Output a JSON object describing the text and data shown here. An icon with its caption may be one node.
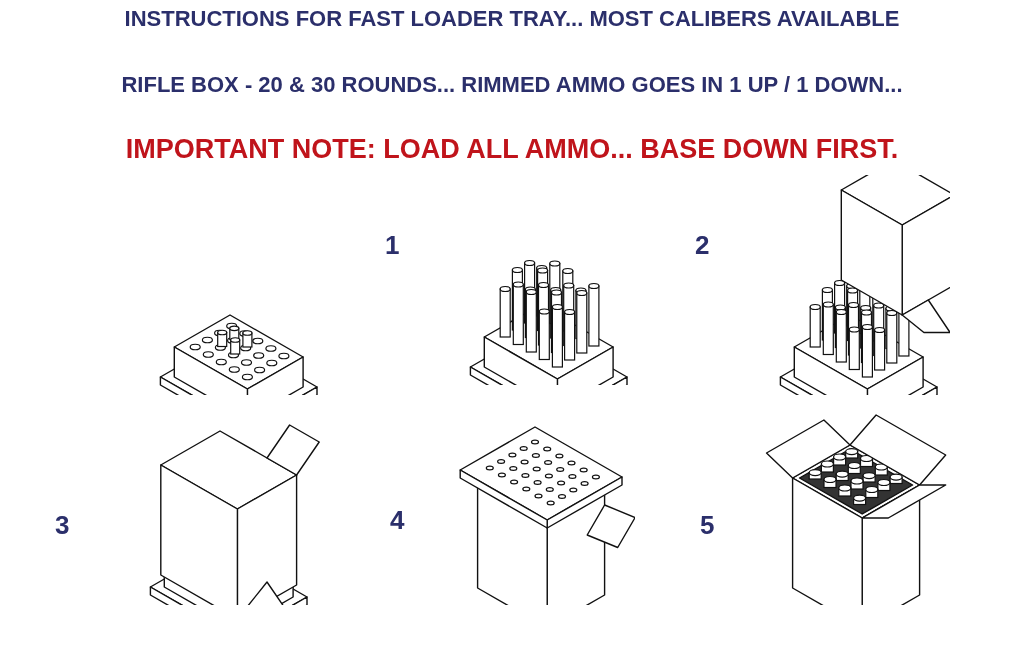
{
  "diagram": {
    "title": "INSTRUCTIONS FOR FAST LOADER TRAY... MOST CALIBERS AVAILABLE",
    "nodes": [
      {
        "text": [],
        "shape": "picture"
      },
      {
        "text": [],
        "shape": "picture",
        "beside": [
          "1"
        ]
      },
      {
        "text": [],
        "shape": "picture",
        "beside": [
          "2"
        ]
      },
      {
        "text": [],
        "shape": "picture",
        "beside": [
          "3"
        ]
      },
      {
        "text": [],
        "shape": "picture",
        "beside": [
          "4"
        ]
      },
      {
        "text": [],
        "shape": "picture",
        "beside": [
          "5"
        ]
      }
    ],
    "labels": [
      "RIFLE BOX - 20 & 30 ROUNDS... RIMMED AMMO GOES IN 1 UP / 1 DOWN...",
      "IMPORTANT NOTE: LOAD ALL AMMO... BASE DOWN FIRST."
    ]
  }
}
